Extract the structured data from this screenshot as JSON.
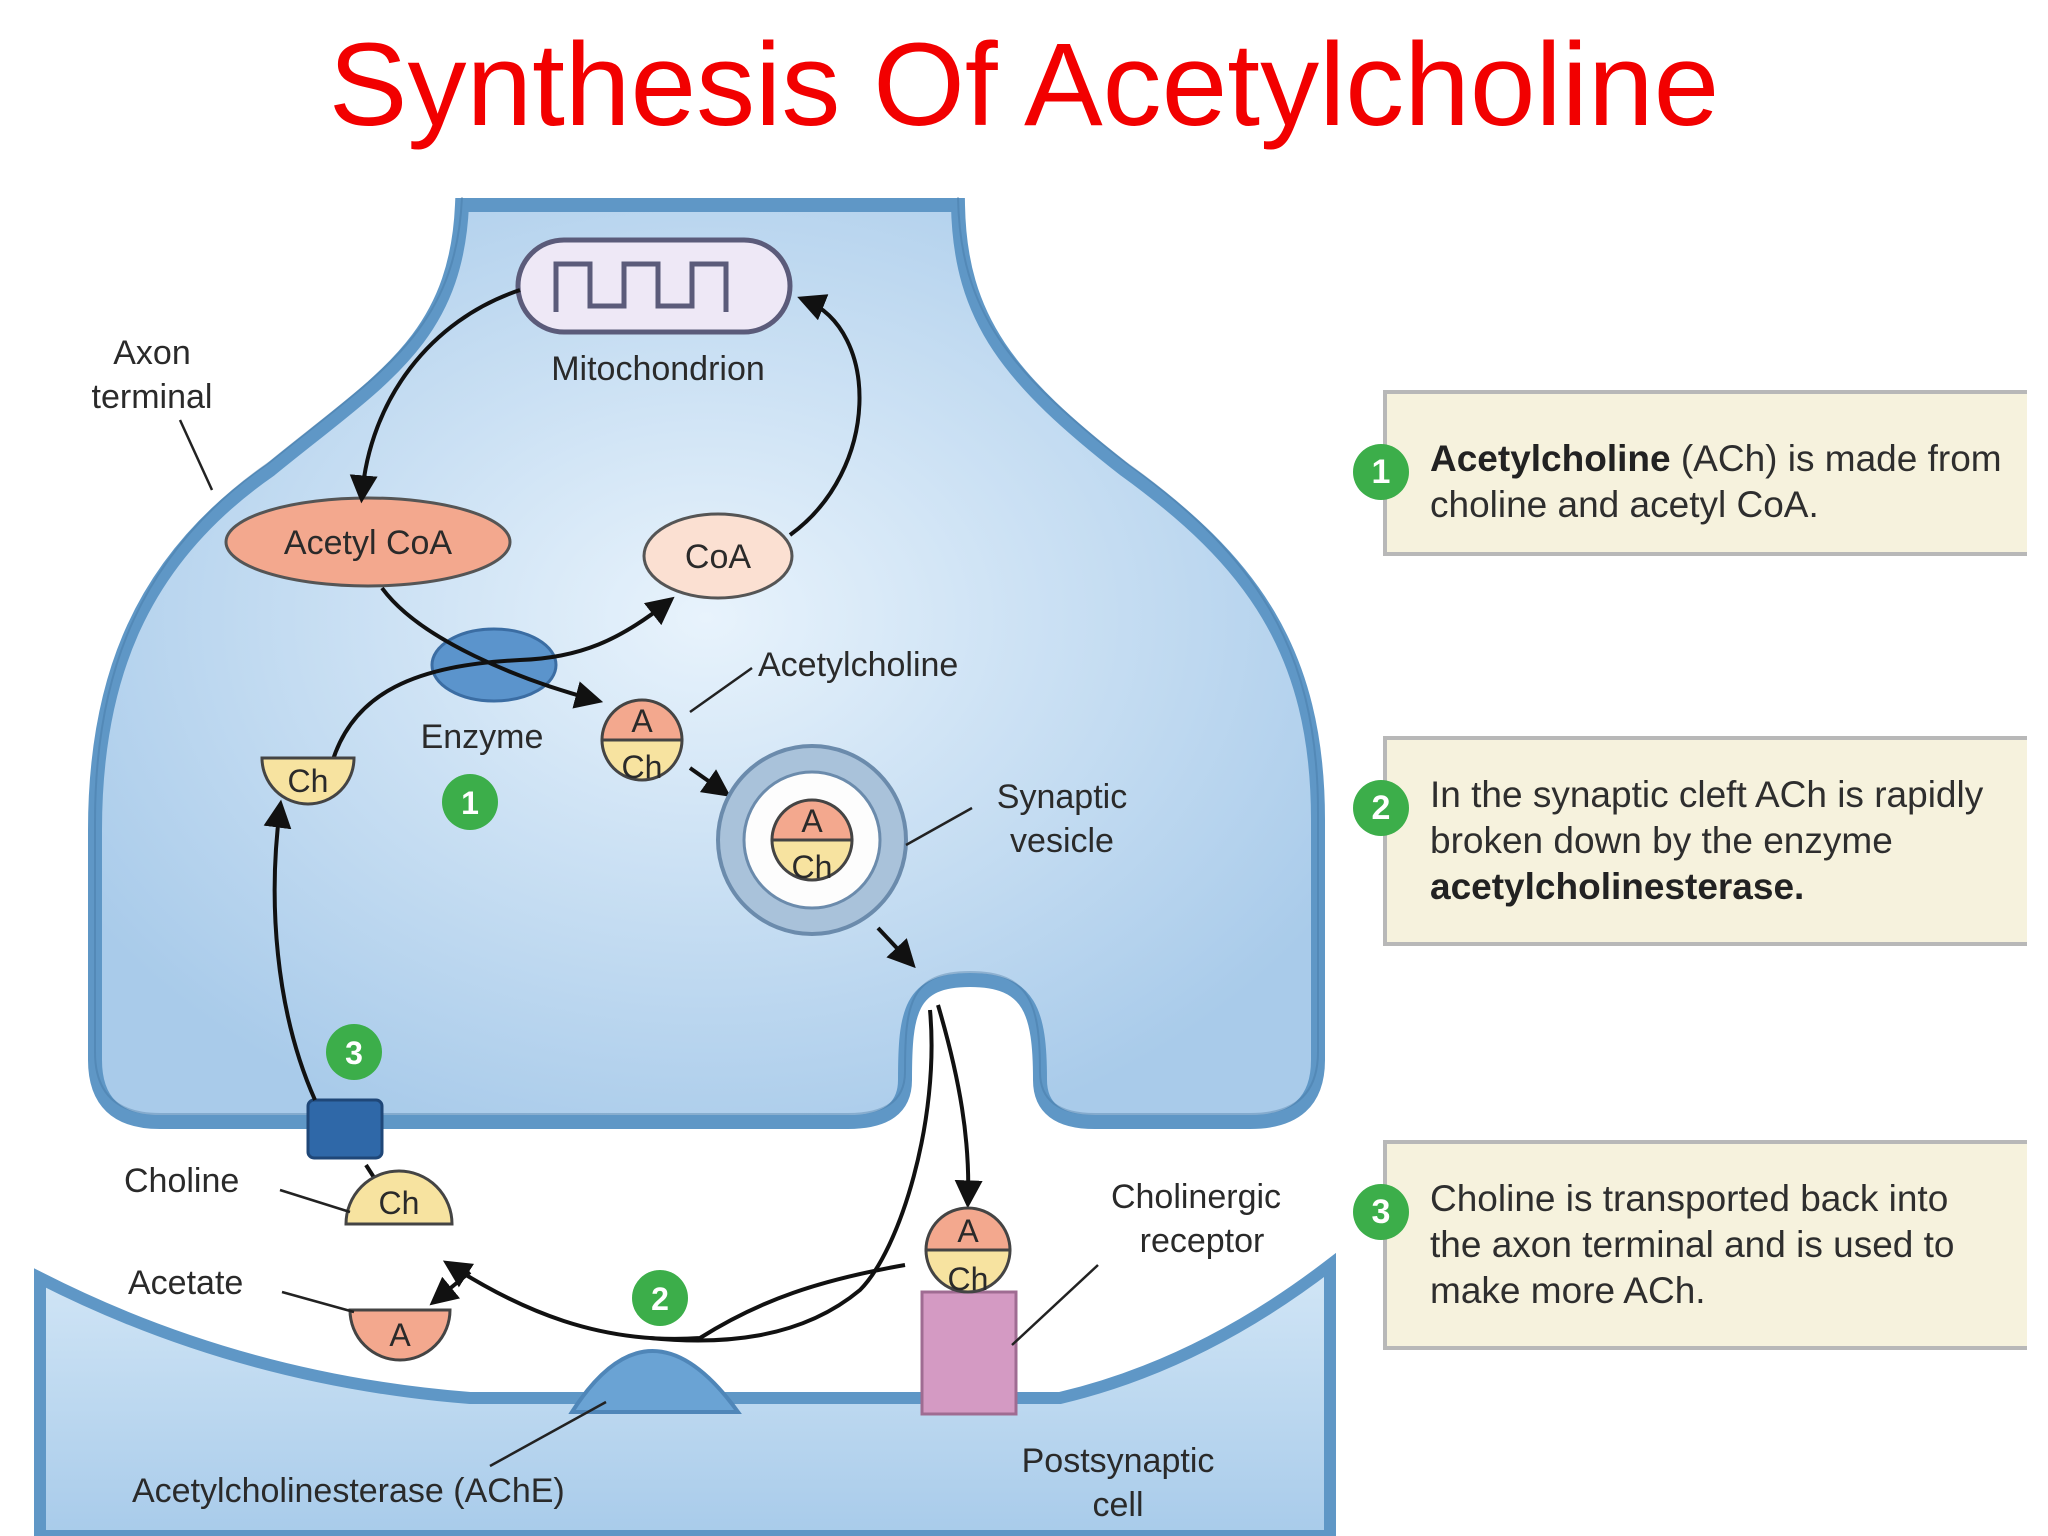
{
  "title": "Synthesis Of Acetylcholine",
  "labels": {
    "axon_terminal_1": "Axon",
    "axon_terminal_2": "terminal",
    "mitochondrion": "Mitochondrion",
    "acetyl_coa": "Acetyl CoA",
    "coa": "CoA",
    "enzyme": "Enzyme",
    "acetylcholine": "Acetylcholine",
    "synaptic_vesicle_1": "Synaptic",
    "synaptic_vesicle_2": "vesicle",
    "choline": "Choline",
    "acetate": "Acetate",
    "cholinergic_receptor_1": "Cholinergic",
    "cholinergic_receptor_2": "receptor",
    "ache": "Acetylcholinesterase (AChE)",
    "postsynaptic_1": "Postsynaptic",
    "postsynaptic_2": "cell"
  },
  "molecules": {
    "a": "A",
    "ch": "Ch"
  },
  "steps": [
    "1",
    "2",
    "3"
  ],
  "notes": [
    {
      "num": "1",
      "bold_lead": "Acetylcholine",
      "text": " (ACh) is made from choline and acetyl CoA.",
      "bold_tail": ""
    },
    {
      "num": "2",
      "bold_lead": "",
      "text": "In the synaptic cleft ACh is rapidly broken down by the enzyme ",
      "bold_tail": "acetylcholinesterase."
    },
    {
      "num": "3",
      "bold_lead": "",
      "text": "Choline is transported back into the axon terminal and is used to make more ACh.",
      "bold_tail": ""
    }
  ],
  "colors": {
    "title": "#f20000",
    "terminal_fill": "#c4dcf2",
    "membrane": "#5f97c6",
    "acetyl_coa": "#f3a88e",
    "coa": "#fbe0d2",
    "choline": "#f7e3a0",
    "step_badge": "#3cae4a",
    "receptor": "#d49ac3",
    "note_bg": "#f6f2dd"
  }
}
